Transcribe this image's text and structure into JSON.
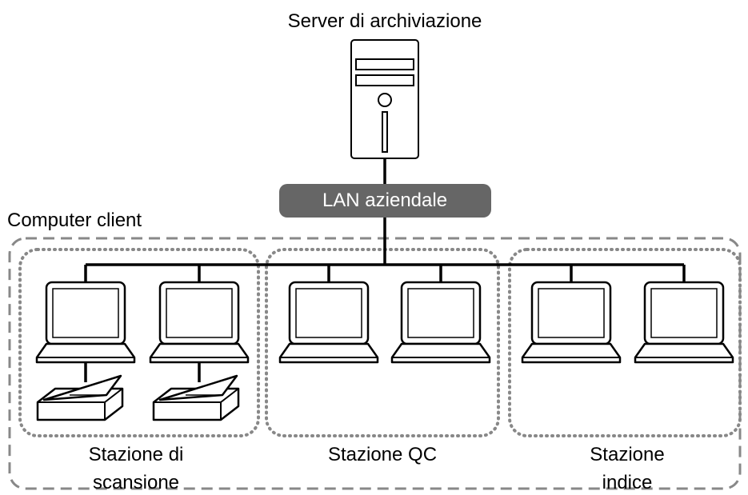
{
  "server_label": "Server di archiviazione",
  "lan_label": "LAN aziendale",
  "clients_label": "Computer client",
  "stations": [
    {
      "label_line1": "Stazione di",
      "label_line2": "scansione"
    },
    {
      "label_line1": "Stazione QC",
      "label_line2": ""
    },
    {
      "label_line1": "Stazione",
      "label_line2": "indice"
    }
  ],
  "colors": {
    "line": "#000000",
    "lan_pill": "#666666",
    "dashed_border": "#888888",
    "dotted_border": "#888888"
  },
  "icons": [
    "server-tower-icon",
    "laptop-icon",
    "scanner-icon"
  ]
}
